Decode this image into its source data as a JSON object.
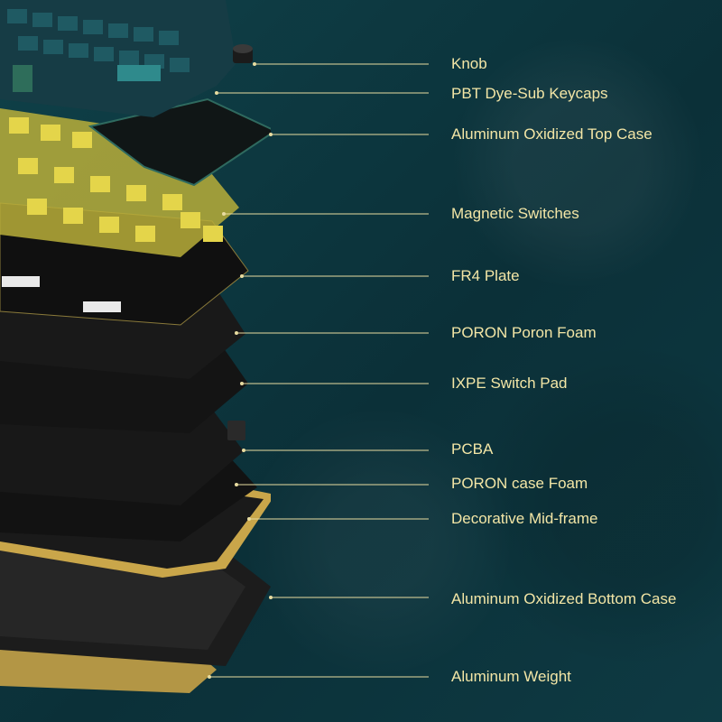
{
  "components": [
    "Knob",
    "PBT Dye-Sub Keycaps",
    "Aluminum Oxidized Top Case",
    "Magnetic Switches",
    "FR4 Plate",
    "PORON Poron Foam",
    "IXPE Switch Pad",
    "PCBA",
    "PORON case Foam",
    "Decorative Mid-frame",
    "Aluminum Oxidized Bottom Case",
    "Aluminum Weight"
  ],
  "colors": {
    "background": "#0d3a42",
    "label": "#f3e6a6",
    "leader": "#e8dca0",
    "keycap": "#1f5a63",
    "keycap_accent": "#2f8a8c",
    "switch": "#d9c93a",
    "plate": "#151515",
    "gold": "#c9a64a"
  }
}
